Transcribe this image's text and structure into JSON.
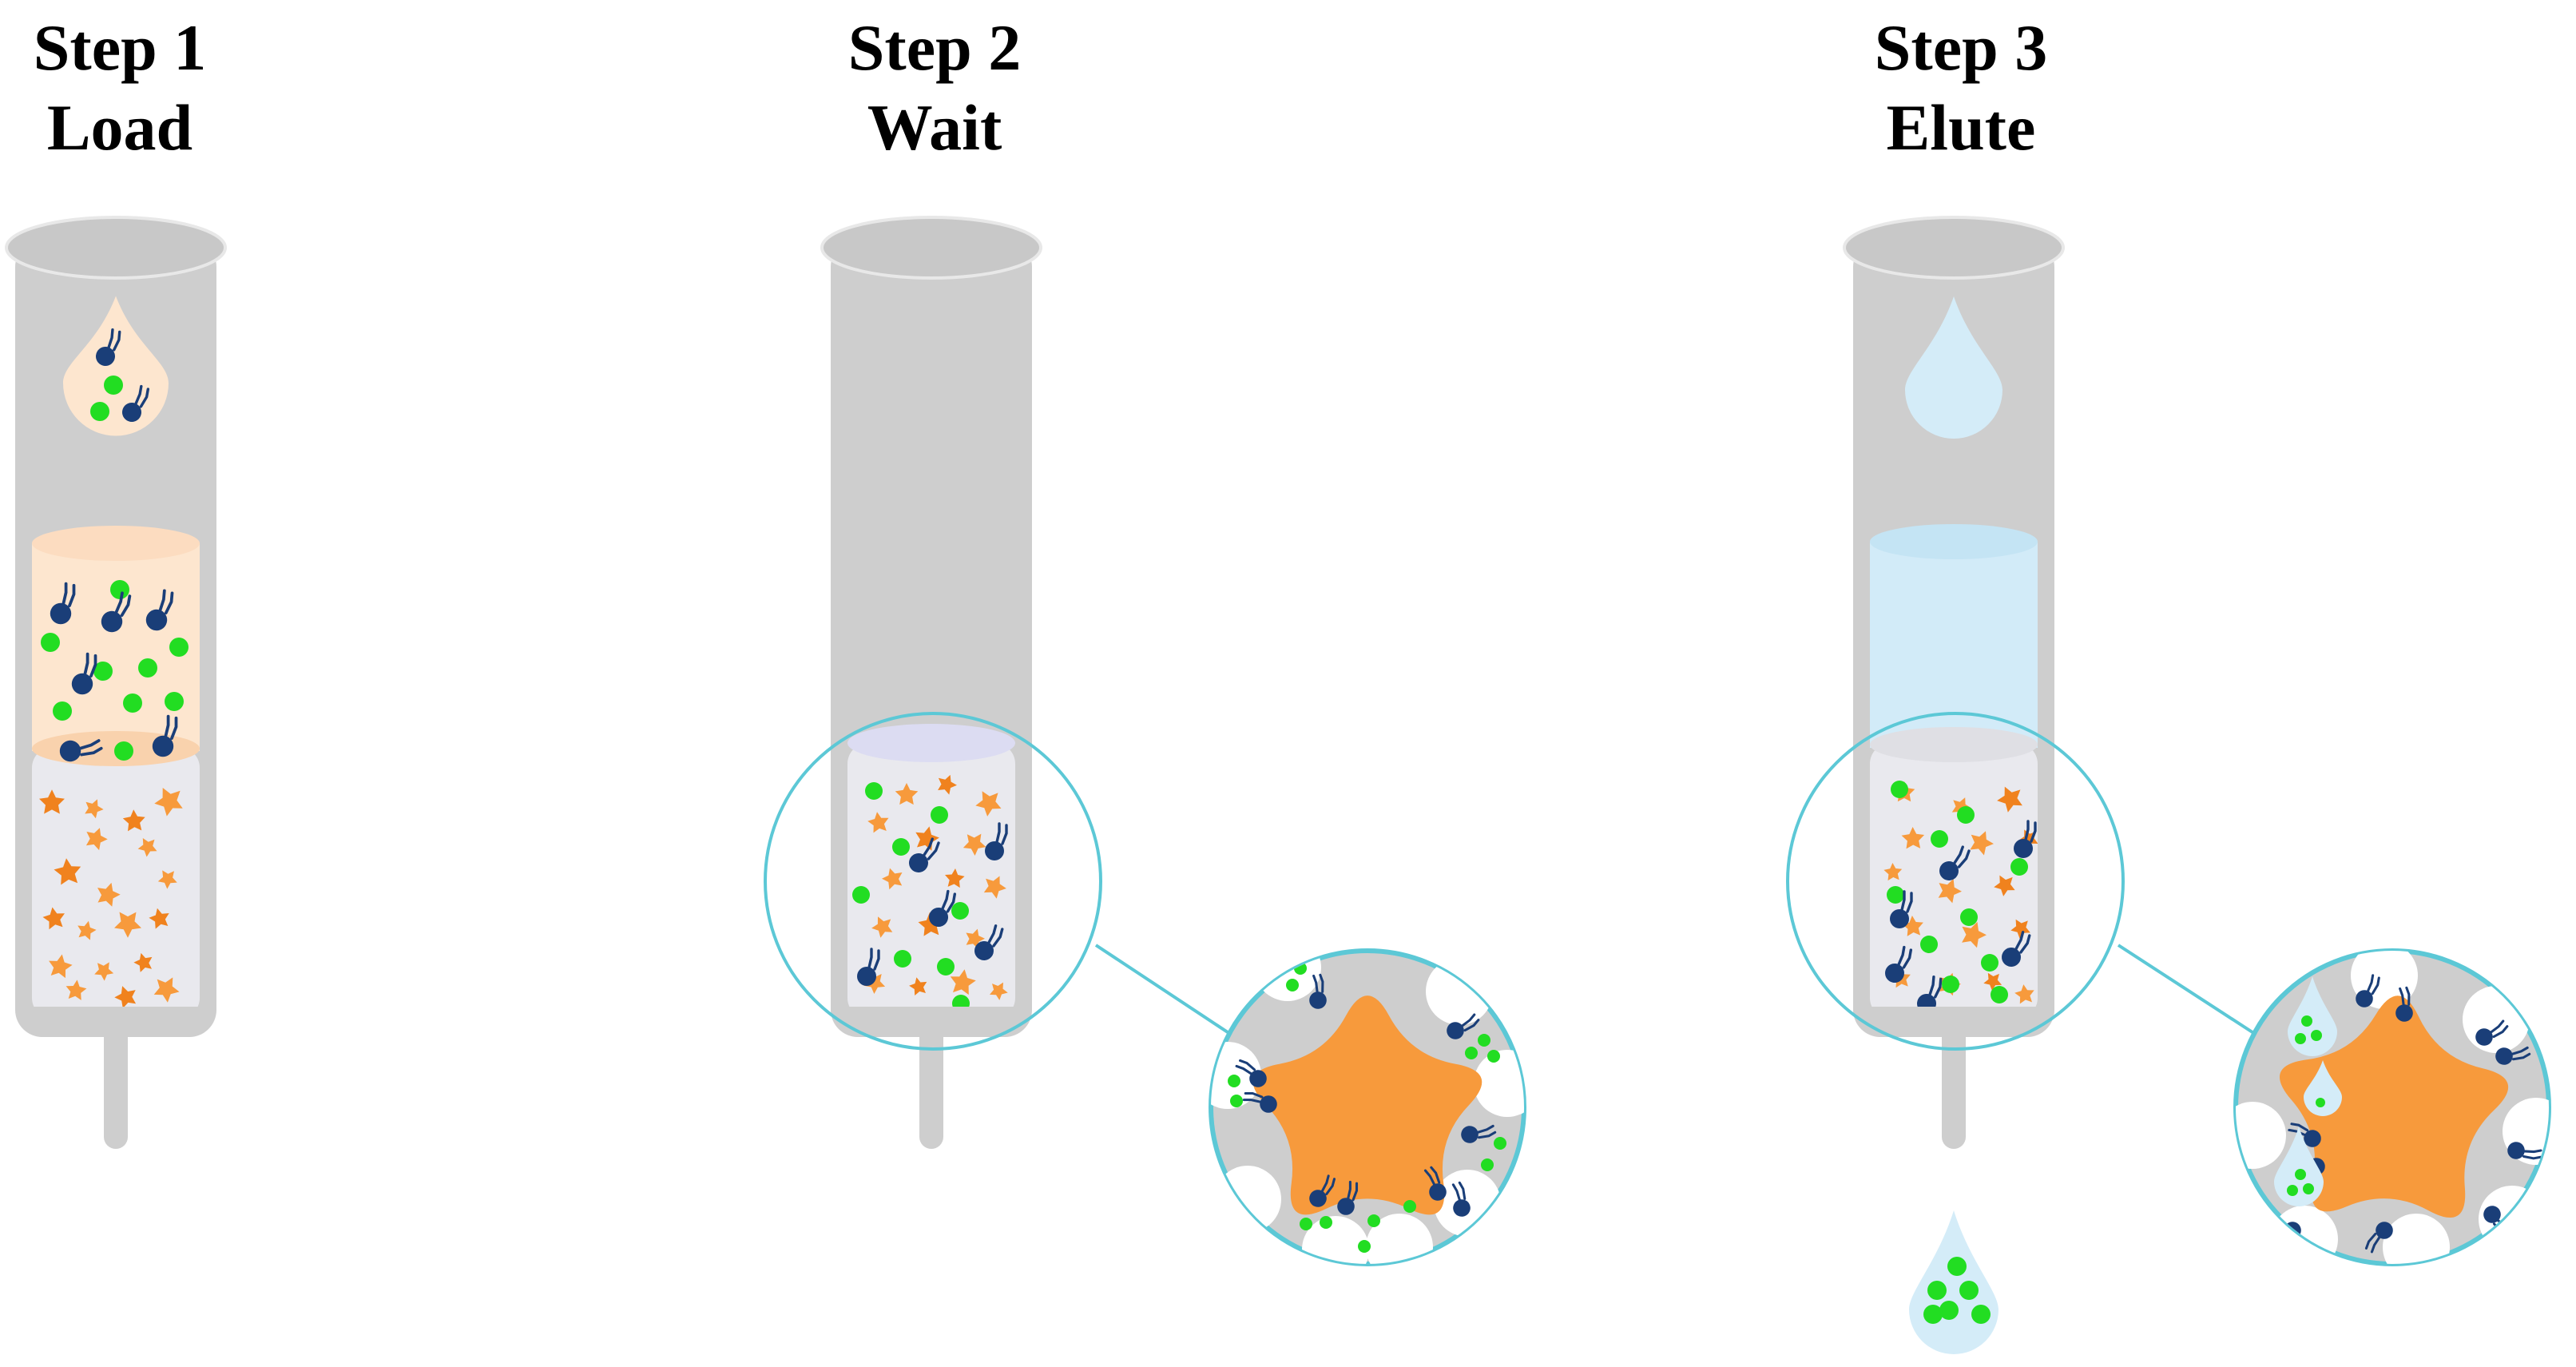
{
  "steps": [
    {
      "number_label": "Step 1",
      "action_label": "Load"
    },
    {
      "number_label": "Step 2",
      "action_label": "Wait"
    },
    {
      "number_label": "Step 3",
      "action_label": "Elute"
    }
  ],
  "colors": {
    "column_body": "#cecece",
    "column_rim": "#c8c8c8",
    "column_rim_stroke": "#e8e8e8",
    "column_interior": "#e9e9ee",
    "sample_liquid": "#fde6cf",
    "sample_liquid_top": "#fcdcc0",
    "eluent_liquid": "#d2ebf8",
    "elution_drop": "#d4ecf8",
    "bead_orange": "#f79a3c",
    "bead_orange_dark": "#f0821e",
    "target_green": "#22dd22",
    "antibody_navy": "#1a3e78",
    "zoom_ring": "#5cc8d6",
    "zoom_background": "#cecece",
    "pore_white": "#ffffff"
  },
  "icons": {
    "column": "chromatography-column-icon",
    "drop": "liquid-drop-icon",
    "bead": "porous-bead-star-icon",
    "target_molecule": "green-molecule-icon",
    "antibody": "antibody-icon",
    "zoom": "magnifier-callout-icon"
  }
}
